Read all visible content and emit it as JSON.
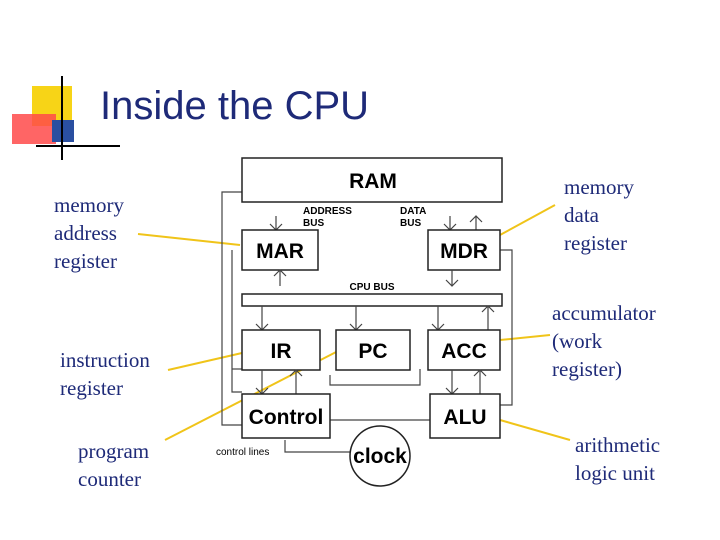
{
  "slide": {
    "title": "Inside the CPU"
  },
  "labels": {
    "mar": "memory\naddress\nregister",
    "mdr": "memory\ndata\nregister",
    "ir": "instruction\nregister",
    "acc": "accumulator\n(work\nregister)",
    "pc": "program\ncounter",
    "alu": "arithmetic\nlogic unit"
  },
  "diagram": {
    "ram": "RAM",
    "address_bus": [
      "ADDRESS",
      "BUS"
    ],
    "data_bus": [
      "DATA",
      "BUS"
    ],
    "mar": "MAR",
    "mdr": "MDR",
    "cpu_bus": "CPU BUS",
    "ir": "IR",
    "pc": "PC",
    "acc": "ACC",
    "control": "Control",
    "alu": "ALU",
    "control_lines": "control lines",
    "clock": "clock"
  },
  "colors": {
    "title": "#1e2a78",
    "accent_yellow": "#f7d417",
    "accent_red": "#ff4a4a",
    "accent_blue": "#2a4fa0",
    "leader_lines": "#f0c419"
  }
}
